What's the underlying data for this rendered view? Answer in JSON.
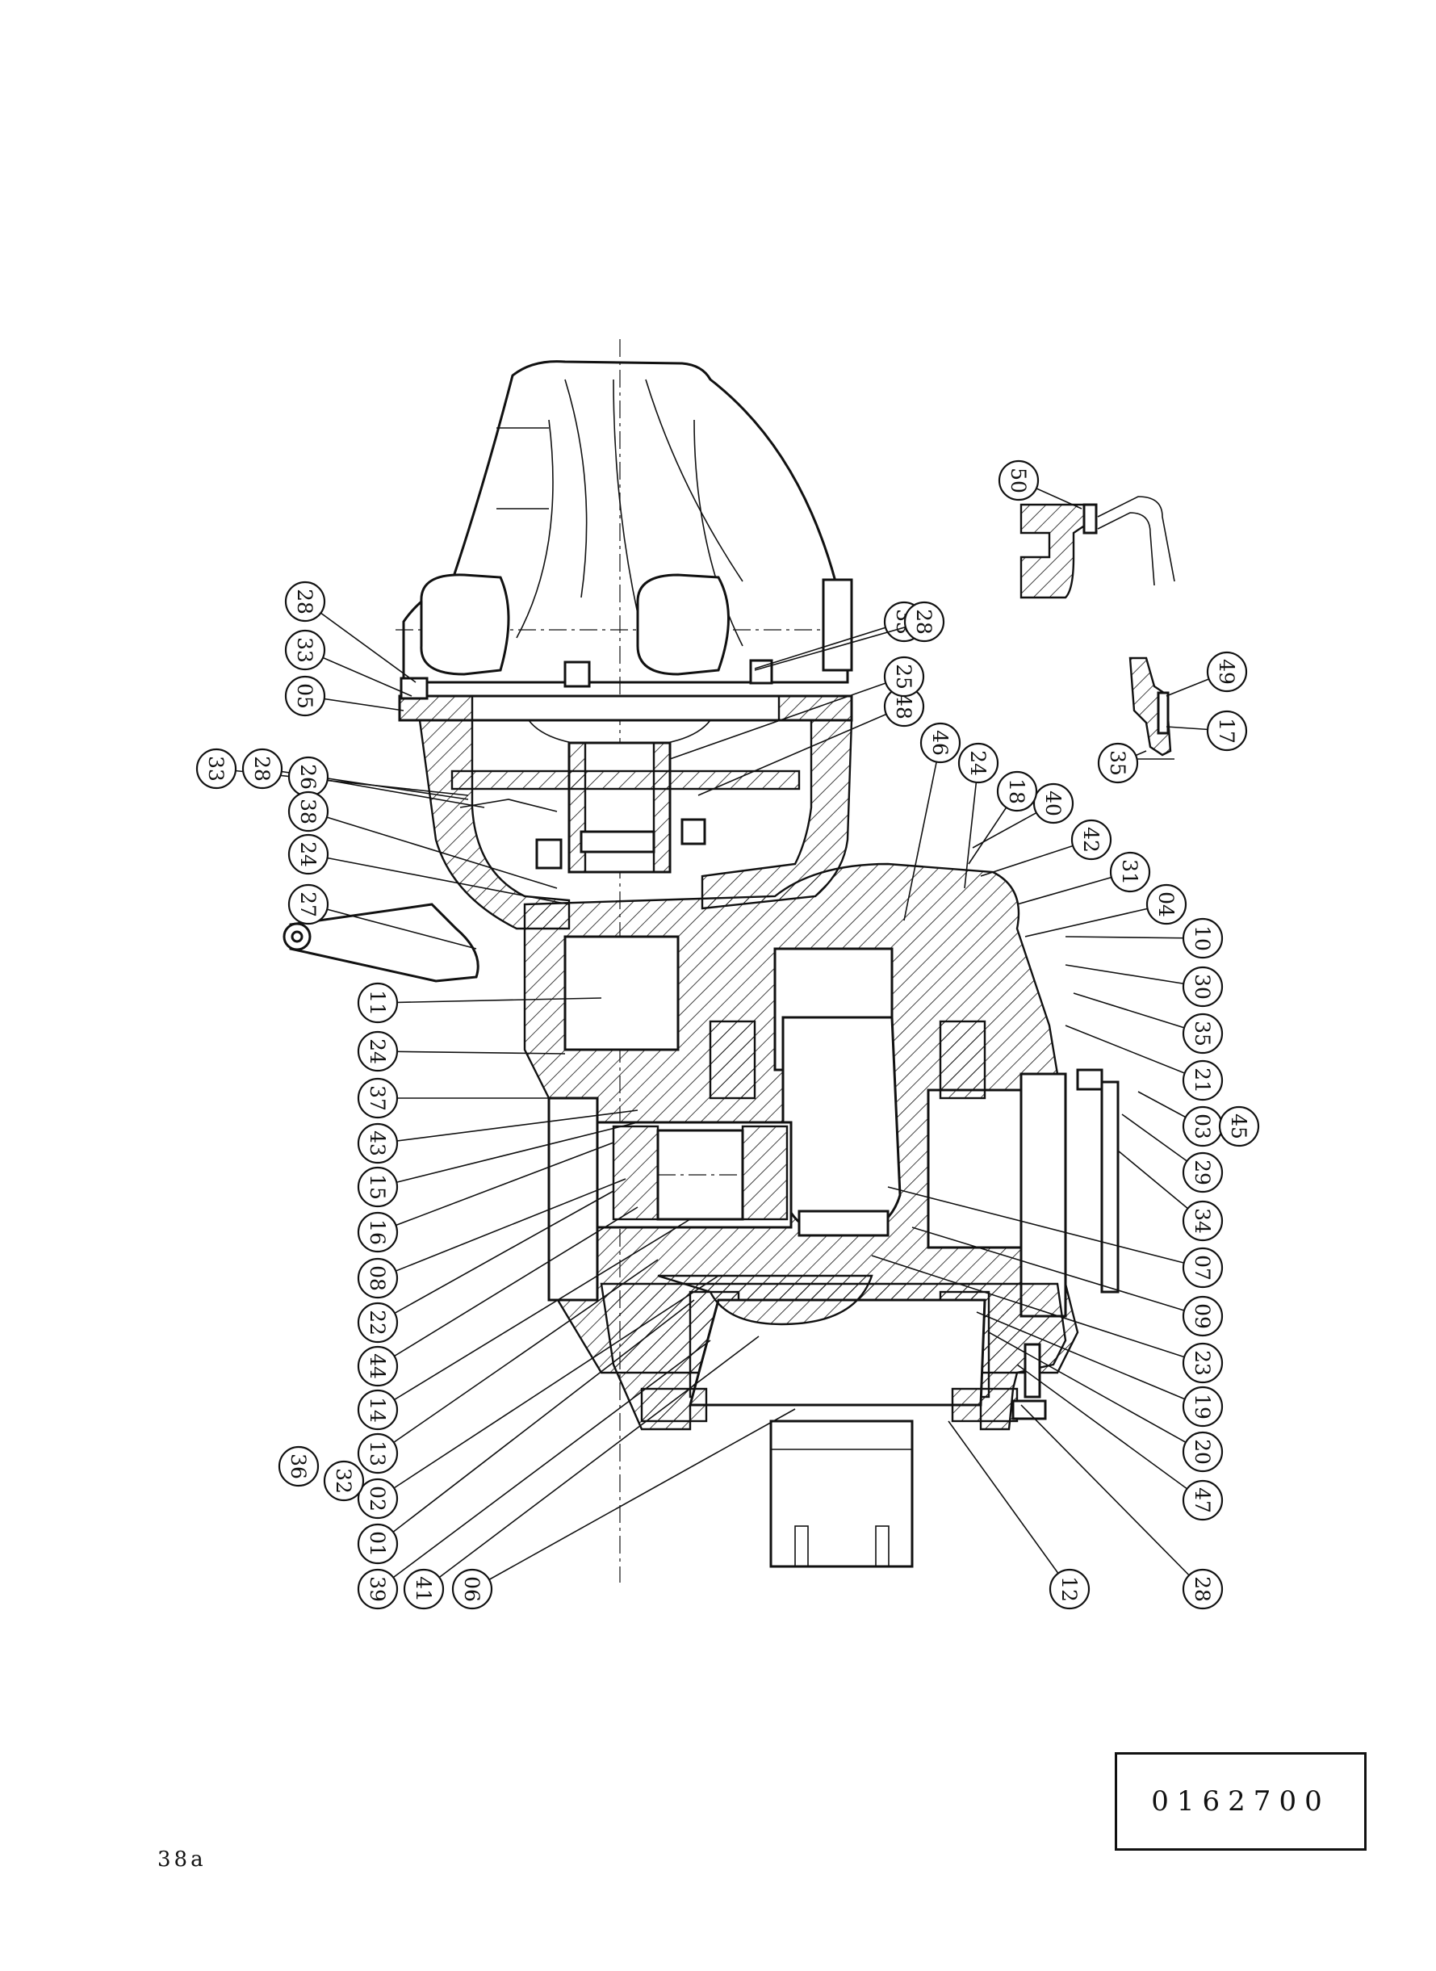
{
  "drawing_number": "0162700",
  "page_number": "38a",
  "part_numbers": [
    "28",
    "33",
    "05",
    "33",
    "28",
    "26",
    "38",
    "24",
    "27",
    "11",
    "24",
    "37",
    "43",
    "15",
    "16",
    "08",
    "22",
    "44",
    "14",
    "13",
    "02",
    "36",
    "32",
    "01",
    "39",
    "41",
    "06",
    "12",
    "28",
    "47",
    "20",
    "19",
    "23",
    "09",
    "07",
    "34",
    "29",
    "03",
    "45",
    "21",
    "35",
    "30",
    "10",
    "04",
    "31",
    "42",
    "40",
    "18",
    "24",
    "46",
    "48",
    "25",
    "33",
    "28",
    "50",
    "49",
    "17",
    "35"
  ]
}
